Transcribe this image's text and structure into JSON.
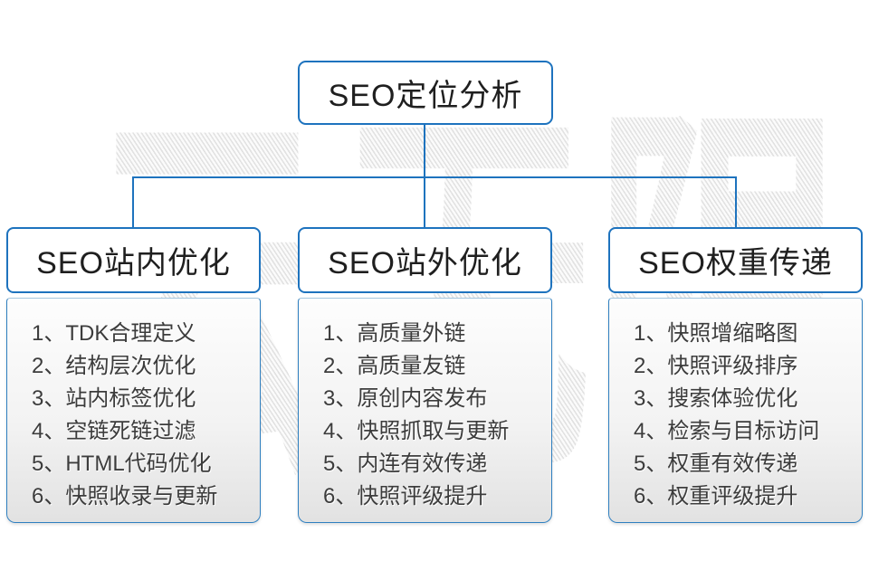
{
  "root": {
    "title": "SEO定位分析"
  },
  "watermark": {
    "text": "云无限"
  },
  "columns": [
    {
      "title": "SEO站内优化",
      "items": [
        "1、TDK合理定义",
        "2、结构层次优化",
        "3、站内标签优化",
        "4、空链死链过滤",
        "5、HTML代码优化",
        "6、快照收录与更新"
      ]
    },
    {
      "title": "SEO站外优化",
      "items": [
        "1、高质量外链",
        "2、高质量友链",
        "3、原创内容发布",
        "4、快照抓取与更新",
        "5、内连有效传递",
        "6、快照评级提升"
      ]
    },
    {
      "title": "SEO权重传递",
      "items": [
        "1、快照增缩略图",
        "2、快照评级排序",
        "3、搜索体验优化",
        "4、检索与目标访问",
        "5、权重有效传递",
        "6、权重评级提升"
      ]
    }
  ],
  "colors": {
    "accent_blue": "#1e73be",
    "title_text": "#1f1f1f",
    "list_text": "#3c3c3c",
    "panel_gray_bottom": "#e2e2e2",
    "watermark_gray": "#e6e6e6"
  }
}
